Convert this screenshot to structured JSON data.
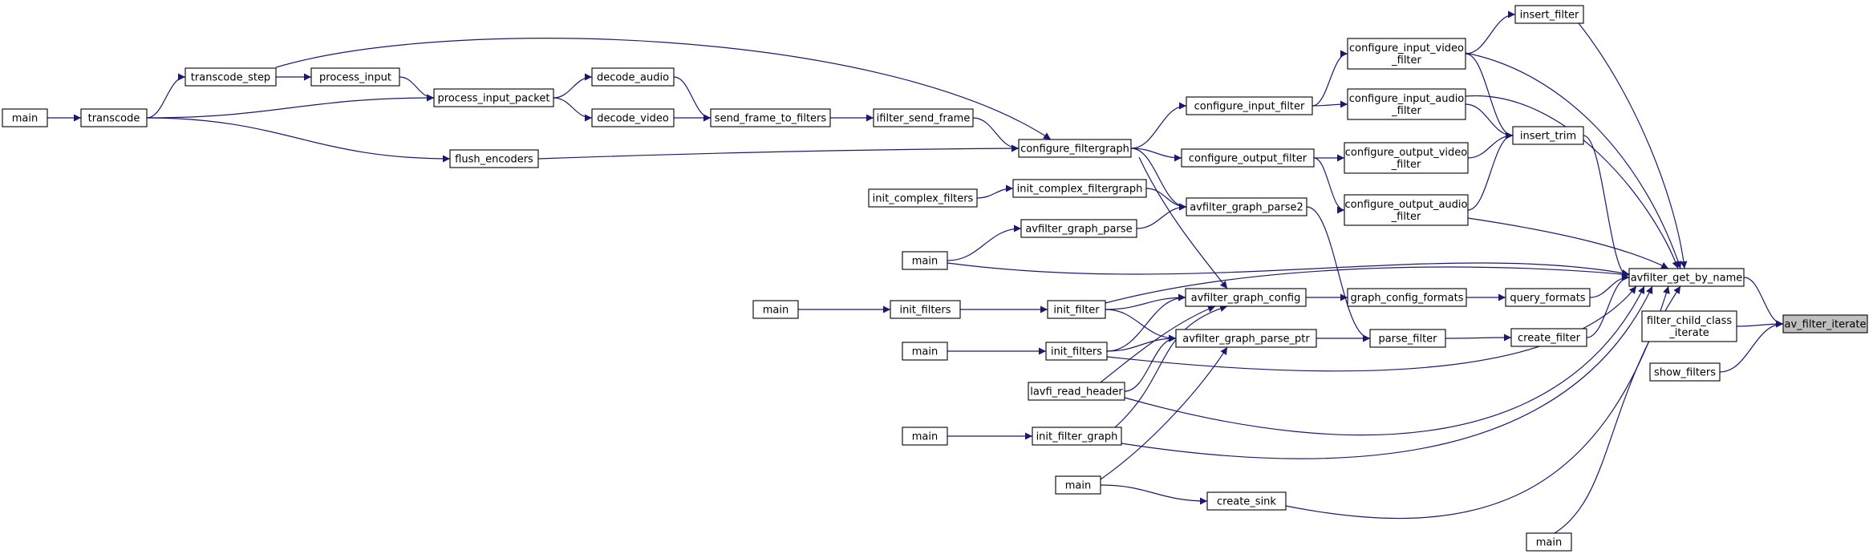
{
  "graph": {
    "colors": {
      "edge": "#191970",
      "node_fill": "#ffffff",
      "node_border": "#000000",
      "highlight_fill": "#bfbfbf"
    },
    "nodes": [
      {
        "id": "av_filter_iterate",
        "lines": [
          "av_filter_iterate"
        ],
        "highlight": true
      },
      {
        "id": "avfilter_get_by_name",
        "lines": [
          "avfilter_get_by_name"
        ]
      },
      {
        "id": "filter_child_class_iterate",
        "lines": [
          "filter_child_class",
          "_iterate"
        ]
      },
      {
        "id": "show_filters",
        "lines": [
          "show_filters"
        ]
      },
      {
        "id": "insert_filter",
        "lines": [
          "insert_filter"
        ]
      },
      {
        "id": "insert_trim",
        "lines": [
          "insert_trim"
        ]
      },
      {
        "id": "query_formats",
        "lines": [
          "query_formats"
        ]
      },
      {
        "id": "create_filter",
        "lines": [
          "create_filter"
        ]
      },
      {
        "id": "main_right",
        "lines": [
          "main"
        ]
      },
      {
        "id": "configure_input_video_filter",
        "lines": [
          "configure_input_video",
          "_filter"
        ]
      },
      {
        "id": "configure_input_audio_filter",
        "lines": [
          "configure_input_audio",
          "_filter"
        ]
      },
      {
        "id": "configure_output_video_filter",
        "lines": [
          "configure_output_video",
          "_filter"
        ]
      },
      {
        "id": "configure_output_audio_filter",
        "lines": [
          "configure_output_audio",
          "_filter"
        ]
      },
      {
        "id": "configure_input_filter",
        "lines": [
          "configure_input_filter"
        ]
      },
      {
        "id": "configure_output_filter",
        "lines": [
          "configure_output_filter"
        ]
      },
      {
        "id": "avfilter_graph_parse2",
        "lines": [
          "avfilter_graph_parse2"
        ]
      },
      {
        "id": "graph_config_formats",
        "lines": [
          "graph_config_formats"
        ]
      },
      {
        "id": "avfilter_graph_config",
        "lines": [
          "avfilter_graph_config"
        ]
      },
      {
        "id": "avfilter_graph_parse_ptr",
        "lines": [
          "avfilter_graph_parse_ptr"
        ]
      },
      {
        "id": "parse_filter",
        "lines": [
          "parse_filter"
        ]
      },
      {
        "id": "create_sink",
        "lines": [
          "create_sink"
        ]
      },
      {
        "id": "configure_filtergraph",
        "lines": [
          "configure_filtergraph"
        ]
      },
      {
        "id": "init_complex_filtergraph",
        "lines": [
          "init_complex_filtergraph"
        ]
      },
      {
        "id": "avfilter_graph_parse",
        "lines": [
          "avfilter_graph_parse"
        ]
      },
      {
        "id": "init_filter",
        "lines": [
          "init_filter"
        ]
      },
      {
        "id": "init_filters",
        "lines": [
          "init_filters"
        ]
      },
      {
        "id": "lavfi_read_header",
        "lines": [
          "lavfi_read_header"
        ]
      },
      {
        "id": "init_filter_graph",
        "lines": [
          "init_filter_graph"
        ]
      },
      {
        "id": "main_create_sink",
        "lines": [
          "main"
        ]
      },
      {
        "id": "ifilter_send_frame",
        "lines": [
          "ifilter_send_frame"
        ]
      },
      {
        "id": "init_complex_filters",
        "lines": [
          "init_complex_filters"
        ]
      },
      {
        "id": "main_parse",
        "lines": [
          "main"
        ]
      },
      {
        "id": "main_init_filters_a",
        "lines": [
          "main"
        ]
      },
      {
        "id": "main_init_filters_b",
        "lines": [
          "main"
        ]
      },
      {
        "id": "main_init_filter_graph",
        "lines": [
          "main"
        ]
      },
      {
        "id": "init_filters_mid",
        "lines": [
          "init_filters"
        ]
      },
      {
        "id": "send_frame_to_filters",
        "lines": [
          "send_frame_to_filters"
        ]
      },
      {
        "id": "decode_audio",
        "lines": [
          "decode_audio"
        ]
      },
      {
        "id": "decode_video",
        "lines": [
          "decode_video"
        ]
      },
      {
        "id": "process_input_packet",
        "lines": [
          "process_input_packet"
        ]
      },
      {
        "id": "flush_encoders",
        "lines": [
          "flush_encoders"
        ]
      },
      {
        "id": "process_input",
        "lines": [
          "process_input"
        ]
      },
      {
        "id": "transcode_step",
        "lines": [
          "transcode_step"
        ]
      },
      {
        "id": "transcode",
        "lines": [
          "transcode"
        ]
      },
      {
        "id": "main_left",
        "lines": [
          "main"
        ]
      }
    ],
    "edges": [
      [
        "avfilter_get_by_name",
        "av_filter_iterate"
      ],
      [
        "filter_child_class_iterate",
        "av_filter_iterate"
      ],
      [
        "show_filters",
        "av_filter_iterate"
      ],
      [
        "insert_filter",
        "avfilter_get_by_name"
      ],
      [
        "configure_input_video_filter",
        "avfilter_get_by_name"
      ],
      [
        "configure_input_audio_filter",
        "avfilter_get_by_name"
      ],
      [
        "insert_trim",
        "avfilter_get_by_name"
      ],
      [
        "configure_output_audio_filter",
        "avfilter_get_by_name"
      ],
      [
        "query_formats",
        "avfilter_get_by_name"
      ],
      [
        "create_filter",
        "avfilter_get_by_name"
      ],
      [
        "main_right",
        "avfilter_get_by_name"
      ],
      [
        "main_parse",
        "avfilter_get_by_name"
      ],
      [
        "init_filter",
        "avfilter_get_by_name"
      ],
      [
        "init_filters",
        "avfilter_get_by_name"
      ],
      [
        "lavfi_read_header",
        "avfilter_get_by_name"
      ],
      [
        "init_filter_graph",
        "avfilter_get_by_name"
      ],
      [
        "create_sink",
        "avfilter_get_by_name"
      ],
      [
        "configure_input_video_filter",
        "insert_filter"
      ],
      [
        "configure_input_video_filter",
        "insert_trim"
      ],
      [
        "configure_input_audio_filter",
        "insert_trim"
      ],
      [
        "configure_output_video_filter",
        "insert_trim"
      ],
      [
        "configure_output_audio_filter",
        "insert_trim"
      ],
      [
        "graph_config_formats",
        "query_formats"
      ],
      [
        "parse_filter",
        "create_filter"
      ],
      [
        "configure_input_filter",
        "configure_input_video_filter"
      ],
      [
        "configure_input_filter",
        "configure_input_audio_filter"
      ],
      [
        "configure_output_filter",
        "configure_output_video_filter"
      ],
      [
        "configure_output_filter",
        "configure_output_audio_filter"
      ],
      [
        "configure_filtergraph",
        "configure_input_filter"
      ],
      [
        "configure_filtergraph",
        "configure_output_filter"
      ],
      [
        "configure_filtergraph",
        "avfilter_graph_parse2"
      ],
      [
        "configure_filtergraph",
        "avfilter_graph_config"
      ],
      [
        "avfilter_graph_config",
        "graph_config_formats"
      ],
      [
        "avfilter_graph_parse2",
        "parse_filter"
      ],
      [
        "avfilter_graph_parse_ptr",
        "parse_filter"
      ],
      [
        "init_complex_filtergraph",
        "avfilter_graph_parse2"
      ],
      [
        "avfilter_graph_parse",
        "avfilter_graph_parse2"
      ],
      [
        "init_filter",
        "avfilter_graph_config"
      ],
      [
        "init_filters",
        "avfilter_graph_config"
      ],
      [
        "lavfi_read_header",
        "avfilter_graph_config"
      ],
      [
        "init_filter_graph",
        "avfilter_graph_config"
      ],
      [
        "init_filter",
        "avfilter_graph_parse_ptr"
      ],
      [
        "init_filters",
        "avfilter_graph_parse_ptr"
      ],
      [
        "lavfi_read_header",
        "avfilter_graph_parse_ptr"
      ],
      [
        "main_create_sink",
        "avfilter_graph_parse_ptr"
      ],
      [
        "main_create_sink",
        "create_sink"
      ],
      [
        "ifilter_send_frame",
        "configure_filtergraph"
      ],
      [
        "transcode_step",
        "configure_filtergraph"
      ],
      [
        "flush_encoders",
        "configure_filtergraph"
      ],
      [
        "init_complex_filters",
        "init_complex_filtergraph"
      ],
      [
        "main_parse",
        "avfilter_graph_parse"
      ],
      [
        "init_filters_mid",
        "init_filter"
      ],
      [
        "main_init_filters_a",
        "init_filters_mid"
      ],
      [
        "main_init_filters_b",
        "init_filters"
      ],
      [
        "main_init_filter_graph",
        "init_filter_graph"
      ],
      [
        "send_frame_to_filters",
        "ifilter_send_frame"
      ],
      [
        "decode_audio",
        "send_frame_to_filters"
      ],
      [
        "decode_video",
        "send_frame_to_filters"
      ],
      [
        "process_input_packet",
        "decode_audio"
      ],
      [
        "process_input_packet",
        "decode_video"
      ],
      [
        "process_input",
        "process_input_packet"
      ],
      [
        "transcode",
        "process_input_packet"
      ],
      [
        "transcode_step",
        "process_input"
      ],
      [
        "transcode",
        "transcode_step"
      ],
      [
        "transcode",
        "flush_encoders"
      ],
      [
        "main_left",
        "transcode"
      ]
    ]
  }
}
